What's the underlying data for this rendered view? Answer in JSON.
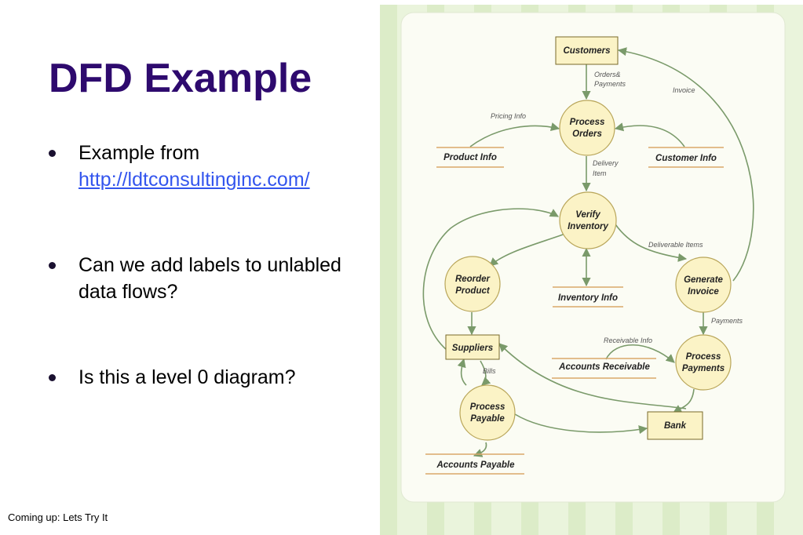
{
  "slide": {
    "title": "DFD Example",
    "bullets": [
      {
        "text": "Example from",
        "link": "http://ldtconsultinginc.com/"
      },
      {
        "text": "Can we add labels to unlabled data flows?"
      },
      {
        "text": "Is this a level 0 diagram?"
      }
    ],
    "footer": "Coming up: Lets Try It"
  },
  "diagram": {
    "entities": {
      "customers": "Customers",
      "suppliers": "Suppliers",
      "bank": "Bank"
    },
    "processes": {
      "process_orders": [
        "Process",
        "Orders"
      ],
      "verify_inventory": [
        "Verify",
        "Inventory"
      ],
      "reorder_product": [
        "Reorder",
        "Product"
      ],
      "generate_invoice": [
        "Generate",
        "Invoice"
      ],
      "process_payments": [
        "Process",
        "Payments"
      ],
      "process_payable": [
        "Process",
        "Payable"
      ]
    },
    "stores": {
      "product_info": "Product Info",
      "customer_info": "Customer Info",
      "inventory_info": "Inventory Info",
      "accounts_receivable": "Accounts Receivable",
      "accounts_payable": "Accounts Payable"
    },
    "flows": {
      "orders_payments": [
        "Orders&",
        "Payments"
      ],
      "invoice": "Invoice",
      "pricing_info": "Pricing Info",
      "delivery_item": [
        "Delivery",
        "Item"
      ],
      "deliverable_items": "Deliverable Items",
      "payments": "Payments",
      "receivable_info": "Receivable Info",
      "bills": "Bills"
    },
    "colors": {
      "panel_bg": "#eaf4dc",
      "panel_stripe": "#d9ebc4",
      "inner_bg": "#fbfcf4",
      "entity_fill": "#fbf3c6",
      "entity_stroke": "#7a6a2a",
      "process_fill": "#fbf3c6",
      "process_stroke": "#b9a65a",
      "store_line": "#d9a86a",
      "arrow": "#7a9a6a"
    }
  }
}
